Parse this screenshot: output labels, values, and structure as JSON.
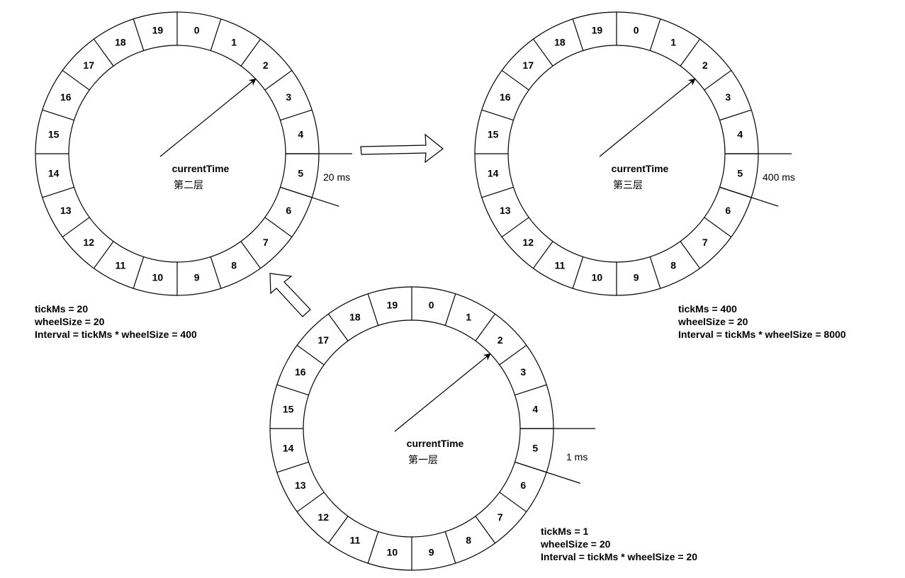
{
  "slot_labels": [
    "0",
    "1",
    "2",
    "3",
    "4",
    "5",
    "6",
    "7",
    "8",
    "9",
    "10",
    "11",
    "12",
    "13",
    "14",
    "15",
    "16",
    "17",
    "18",
    "19"
  ],
  "wheels": [
    {
      "name": "second-layer",
      "pointer_label": "currentTime",
      "layer_label": "第二层",
      "span_label": "20 ms",
      "info": [
        "tickMs = 20",
        "wheelSize = 20",
        "Interval = tickMs * wheelSize = 400"
      ]
    },
    {
      "name": "third-layer",
      "pointer_label": "currentTime",
      "layer_label": "第三层",
      "span_label": "400 ms",
      "info": [
        "tickMs = 400",
        "wheelSize = 20",
        "Interval = tickMs * wheelSize = 8000"
      ]
    },
    {
      "name": "first-layer",
      "pointer_label": "currentTime",
      "layer_label": "第一层",
      "span_label": "1 ms",
      "info": [
        "tickMs = 1",
        "wheelSize = 20",
        "Interval = tickMs * wheelSize = 20"
      ]
    }
  ]
}
